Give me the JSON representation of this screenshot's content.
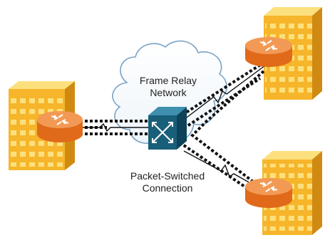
{
  "cloud_label": {
    "line1": "Frame Relay",
    "line2": "Network"
  },
  "connection_label": {
    "line1": "Packet-Switched",
    "line2": "Connection"
  },
  "nodes": {
    "left_site": "building-with-router",
    "top_right_site": "building-with-router",
    "bottom_right_site": "building-with-router",
    "core_switch": "frame-relay-switch"
  },
  "colors": {
    "building_front": "#f6b52a",
    "building_side": "#d08a12",
    "building_top": "#fde07e",
    "router_body": "#e06a1a",
    "router_top": "#f29a55",
    "switch_face": "#1a5f7a",
    "switch_top": "#3f8fae",
    "switch_side": "#0d4258",
    "cloud_stroke": "#7aa3c4",
    "dotted_link": "#111111",
    "text": "#222222"
  }
}
